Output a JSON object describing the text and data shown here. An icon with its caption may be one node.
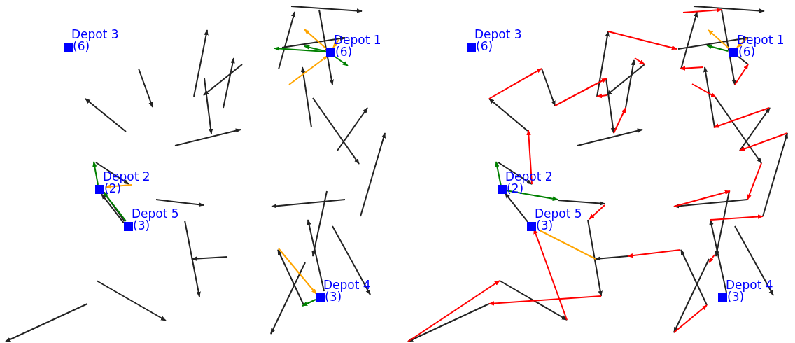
{
  "diagram": {
    "nodes": [
      {
        "text": [
          "Depot 3",
          "(6)"
        ]
      },
      {
        "text": [
          "Depot 1",
          "(6)"
        ]
      },
      {
        "text": [
          "Depot 2",
          "(2)"
        ]
      },
      {
        "text": [
          "Depot 5",
          "(3)"
        ]
      },
      {
        "text": [
          "Depot 4",
          "(3)"
        ]
      },
      {
        "text": [
          "Depot 3",
          "(6)"
        ]
      },
      {
        "text": [
          "Depot 1",
          "(6)"
        ]
      },
      {
        "text": [
          "Depot 2",
          "(2)"
        ]
      },
      {
        "text": [
          "Depot 5",
          "(3)"
        ]
      },
      {
        "text": [
          "Depot 4",
          "(3)"
        ]
      }
    ],
    "edges": [
      {
        "from": 3,
        "to": 2,
        "arrow": "to",
        "color": "#008000"
      },
      {
        "from": 3,
        "to": 2,
        "arrow": "to"
      },
      {
        "from": 8,
        "to": 7,
        "arrow": "to"
      }
    ]
  }
}
